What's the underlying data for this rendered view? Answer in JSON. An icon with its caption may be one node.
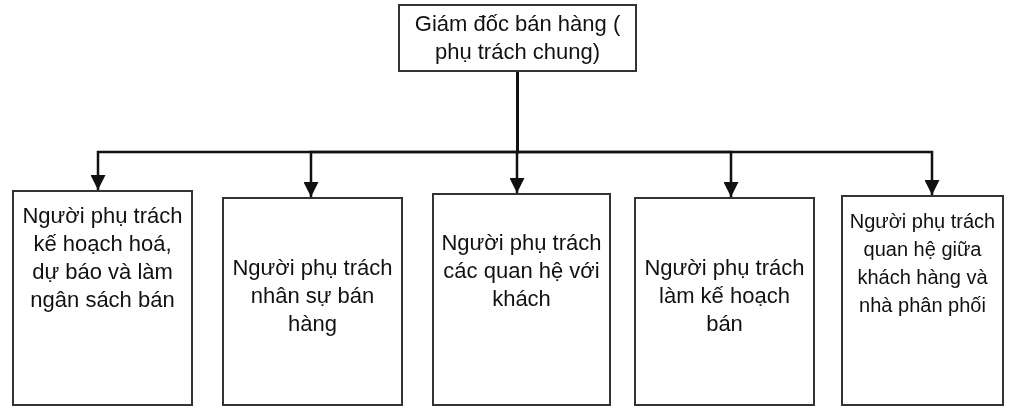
{
  "diagram": {
    "nodes": [
      {
        "text": [
          "Giám đốc bán hàng ( phụ trách chung)"
        ]
      },
      {
        "text": [
          "Người phụ trách kế hoạch hoá, dự báo và làm ngân sách bán"
        ]
      },
      {
        "text": [
          "Người phụ trách nhân sự bán hàng"
        ]
      },
      {
        "text": [
          "Người phụ trách các quan hệ với khách"
        ]
      },
      {
        "text": [
          "Người phụ trách làm kế hoạch bán"
        ]
      },
      {
        "text": [
          "Người phụ trách quan hệ giữa khách hàng và nhà phân phối"
        ]
      }
    ],
    "edges": [
      {
        "from": 0,
        "to": 1,
        "arrow": "to"
      },
      {
        "from": 0,
        "to": 2,
        "arrow": "to"
      },
      {
        "from": 0,
        "to": 3,
        "arrow": "to"
      },
      {
        "from": 0,
        "to": 4,
        "arrow": "to"
      },
      {
        "from": 0,
        "to": 5,
        "arrow": "to"
      }
    ]
  }
}
